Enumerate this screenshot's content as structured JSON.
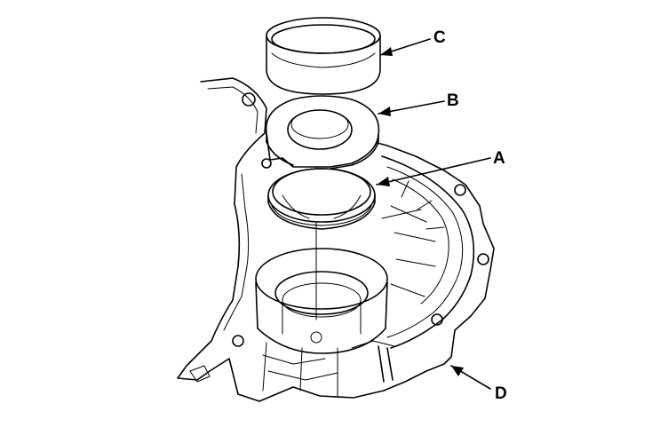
{
  "diagram": {
    "callouts": [
      {
        "id": "C",
        "label": "C"
      },
      {
        "id": "B",
        "label": "B"
      },
      {
        "id": "A",
        "label": "A"
      },
      {
        "id": "D",
        "label": "D"
      }
    ]
  }
}
